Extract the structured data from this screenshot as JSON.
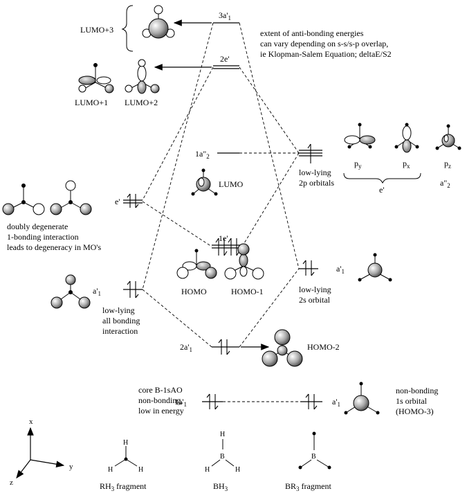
{
  "labels": {
    "lumo3": "LUMO+3",
    "lumo1": "LUMO+1",
    "lumo2": "LUMO+2",
    "lumo": "LUMO",
    "homo": "HOMO",
    "homo1": "HOMO-1",
    "homo2": "HOMO-2",
    "e_prime": "e'",
    "a1_prime": "a'",
    "a1_prime_sub": "1",
    "a2_dprime": "a\"",
    "a2_dprime_sub": "2",
    "orb_3a1": "3a'",
    "orb_3a1_sub": "1",
    "orb_2e": "2e'",
    "orb_1a2": "1a\"",
    "orb_1a2_sub": "2",
    "orb_1e": "1e'",
    "orb_2a1": "2a'",
    "orb_2a1_sub": "1",
    "orb_1a1": "1a'",
    "orb_1a1_sub": "1",
    "py": "p",
    "py_sub": "y",
    "px": "p",
    "px_sub": "x",
    "pz": "p",
    "pz_sub": "z",
    "e_group": "e'"
  },
  "notes": {
    "antibonding": [
      "extent of anti-bonding energies",
      "can vary depending on s-s/s-p overlap,",
      "ie Klopman-Salem Equation; deltaE/S2"
    ],
    "degenerate": [
      "doubly degenerate",
      "1-bonding interaction",
      "leads to degeneracy in MO's"
    ],
    "low2p": [
      "low-lying",
      "2p orbitals"
    ],
    "low2s": [
      "low-lying",
      "2s orbital"
    ],
    "allbonding": [
      "low-lying",
      "all bonding",
      "interaction"
    ],
    "core": [
      "core B-1sAO",
      "non-bonding,",
      "low in energy"
    ],
    "nonbonding": [
      "non-bonding",
      "1s orbital",
      "(HOMO-3)"
    ]
  },
  "axes": {
    "x": "x",
    "y": "y",
    "z": "z"
  },
  "atoms": {
    "h": "H",
    "b": "B"
  },
  "fragments": {
    "rh3": "RH",
    "rh3_sub": "3",
    "rh3_tail": " fragment",
    "bh3": "BH",
    "bh3_sub": "3",
    "br3": "BR",
    "br3_sub": "3",
    "br3_tail": " fragment"
  }
}
